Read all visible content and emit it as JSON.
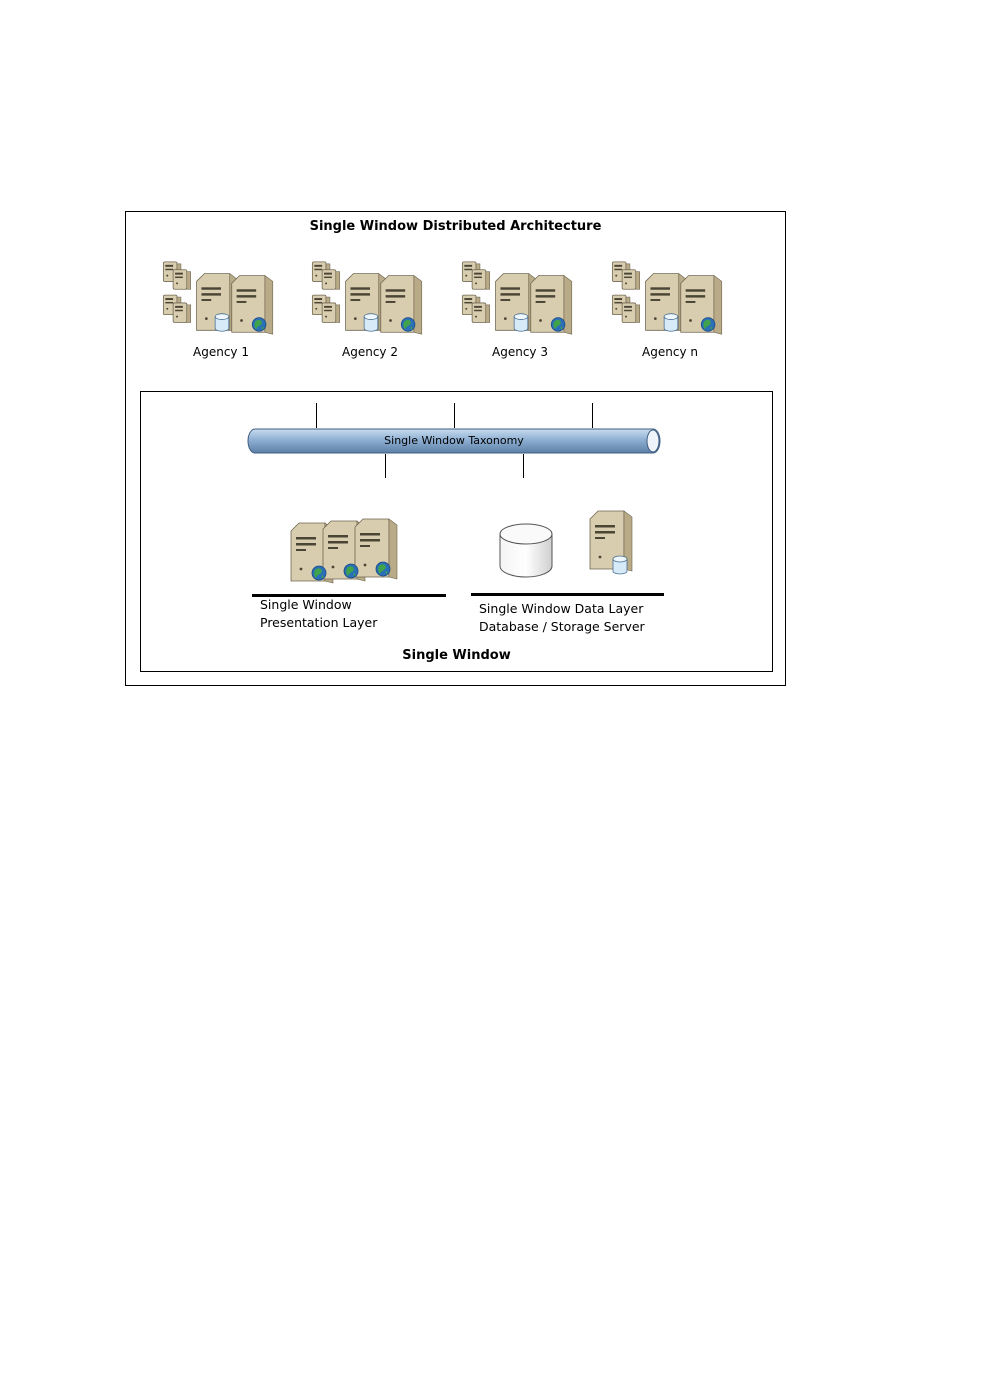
{
  "diagram": {
    "title": "Single Window Distributed Architecture",
    "agencies": [
      {
        "label": "Agency 1"
      },
      {
        "label": "Agency 2"
      },
      {
        "label": "Agency 3"
      },
      {
        "label": "Agency n"
      }
    ],
    "single_window": {
      "title": "Single Window",
      "bus_label": "Single Window Taxonomy",
      "presentation_layer": {
        "line1": "Single Window",
        "line2": "Presentation Layer"
      },
      "data_layer": {
        "line1": "Single Window Data Layer",
        "line2": "Database / Storage Server"
      }
    },
    "icons": {
      "server_cluster": "server-cluster-icon",
      "web_server": "web-server-icon",
      "database": "database-icon",
      "storage_server": "storage-server-icon"
    },
    "colors": {
      "server_body": "#d9cdb0",
      "server_side": "#b9ab88",
      "bus_fill": "#8fb0d3",
      "bus_edge": "#3f5f82",
      "globe": "#2b6fb8",
      "db_cylinder": "#d6eaf8"
    }
  }
}
